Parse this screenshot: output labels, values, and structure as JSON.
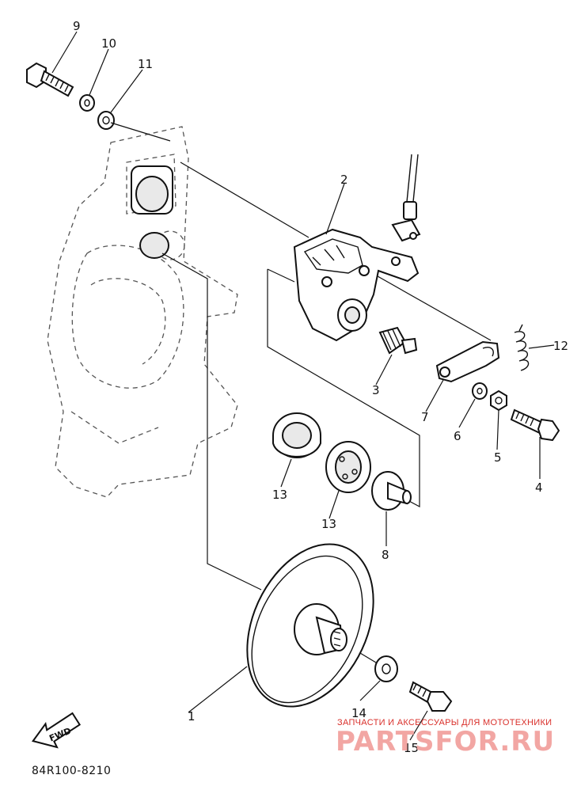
{
  "callouts": {
    "c1": "1",
    "c2": "2",
    "c3": "3",
    "c4": "4",
    "c5": "5",
    "c6": "6",
    "c7": "7",
    "c8": "8",
    "c9": "9",
    "c10": "10",
    "c11": "11",
    "c12": "12",
    "c13a": "13",
    "c13b": "13",
    "c14": "14",
    "c15": "15"
  },
  "diagram_code": "84R100-8210",
  "direction_label": "FWD",
  "watermark": {
    "line1": "ЗАПЧАСТИ И АКСЕССУАРЫ ДЛЯ МОТОТЕХНИКИ",
    "line2": "PARTSFOR.RU"
  },
  "colors": {
    "line": "#111111",
    "watermark_red": "#d9302b",
    "watermark_pink": "#f2a6a3"
  }
}
